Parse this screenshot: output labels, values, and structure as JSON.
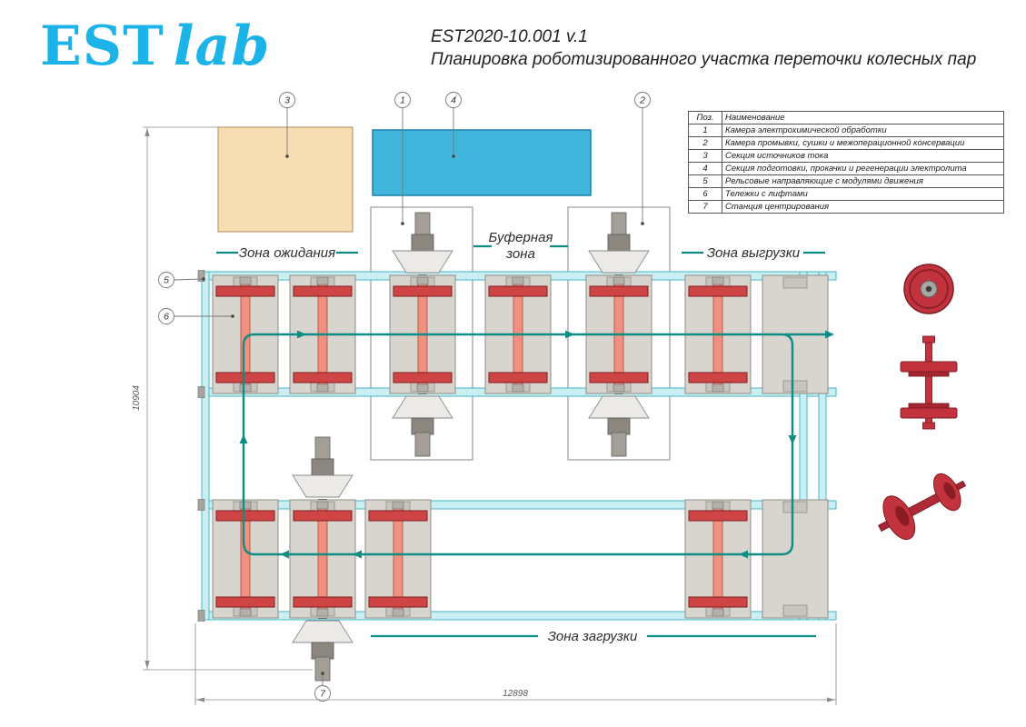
{
  "logo": {
    "primary": "EST",
    "secondary": "lab",
    "color": "#1cb4e8"
  },
  "title": {
    "doc_number": "EST2020-10.001 v.1",
    "drawing_name": "Планировка роботизированного участка переточки колесных пар"
  },
  "legend": {
    "header_pos": "Поз.",
    "header_name": "Наименование",
    "rows": [
      {
        "pos": "1",
        "name": "Камера электрохимической обработки"
      },
      {
        "pos": "2",
        "name": "Камера промывки, сушки и межоперационной консервации"
      },
      {
        "pos": "3",
        "name": "Секция источников тока"
      },
      {
        "pos": "4",
        "name": "Секция подготовки, прокачки и регенерации электролита"
      },
      {
        "pos": "5",
        "name": "Рельсовые направляющие с модулями движения"
      },
      {
        "pos": "6",
        "name": "Тележки с лифтами"
      },
      {
        "pos": "7",
        "name": "Станция центрирования"
      }
    ]
  },
  "zones": {
    "waiting": "Зона ожидания",
    "buffer_line1": "Буферная",
    "buffer_line2": "зона",
    "unloading": "Зона выгрузки",
    "loading": "Зона загрузки"
  },
  "callouts": {
    "c1": "1",
    "c2": "2",
    "c3": "3",
    "c4": "4",
    "c5": "5",
    "c6": "6",
    "c7": "7"
  },
  "dimensions": {
    "vertical": "10904",
    "horizontal": "12898"
  },
  "colors": {
    "accent_cyan": "#1cb4e8",
    "rail_fill": "#c9eff3",
    "rail_stroke": "#49b4c8",
    "flow_arrow": "#0d8d84",
    "wheelset_red": "#cf4444",
    "trolley_gray": "#d8d5cf",
    "box3_fill": "#f7ddb2",
    "box4_fill": "#41b6dd"
  }
}
